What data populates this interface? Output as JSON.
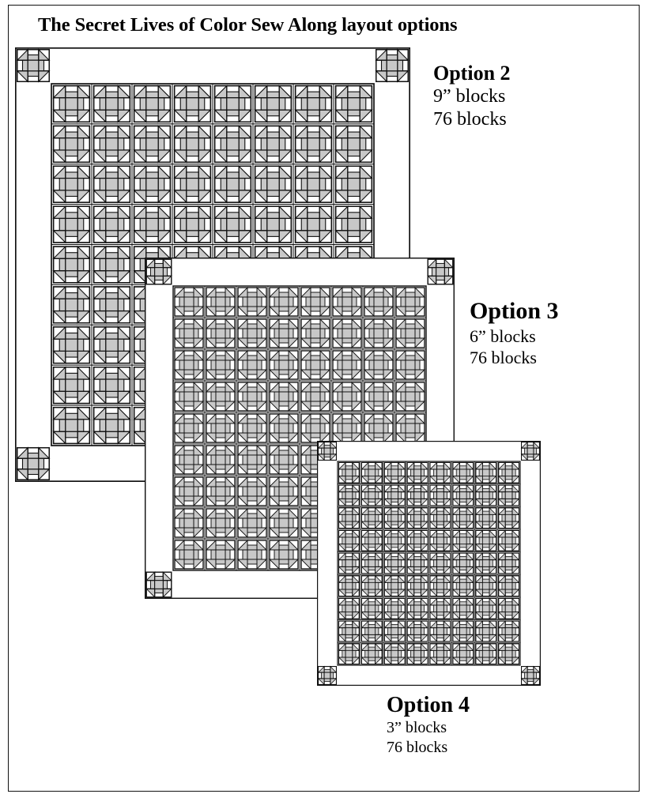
{
  "title": "The Secret Lives of Color Sew Along layout options",
  "colors": {
    "outline": "#111111",
    "fabric_gray": "#c8c8c8",
    "fabric_white": "#ffffff"
  },
  "block_motif": "churn-dash-block",
  "options": [
    {
      "name": "Option 2",
      "block_size": "9” blocks",
      "block_count": "76 blocks",
      "grid": {
        "columns": 8,
        "rows": 9
      },
      "corner_blocks": 4
    },
    {
      "name": "Option 3",
      "block_size": "6” blocks",
      "block_count": "76 blocks",
      "grid": {
        "columns": 8,
        "rows": 9
      },
      "corner_blocks": 4
    },
    {
      "name": "Option 4",
      "block_size": "3” blocks",
      "block_count": "76 blocks",
      "grid": {
        "columns": 8,
        "rows": 9
      },
      "corner_blocks": 4
    }
  ]
}
